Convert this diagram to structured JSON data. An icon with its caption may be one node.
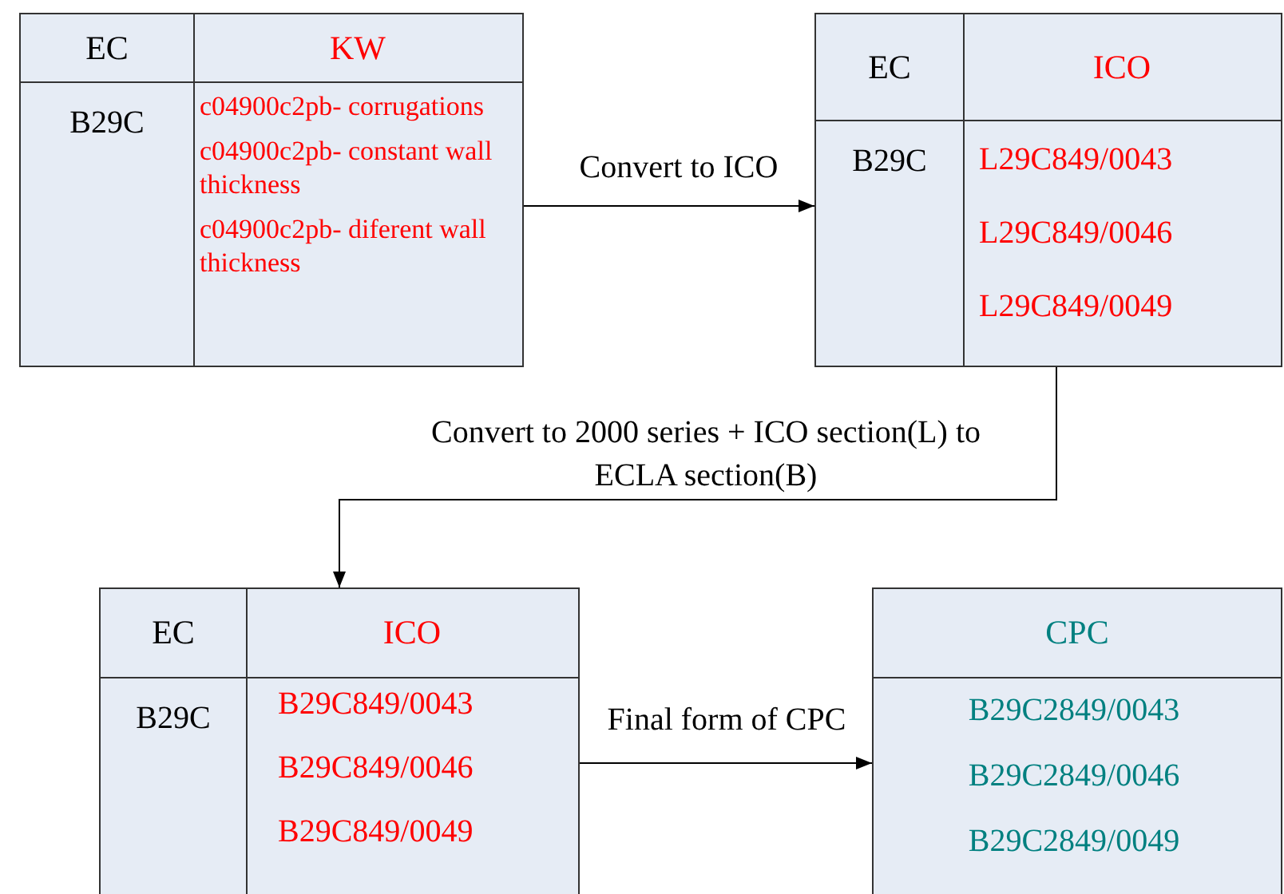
{
  "diagram": {
    "nodes": [
      {
        "text": [
          "EC",
          "KW",
          "B29C",
          "c04900c2pb- corrugations",
          "c04900c2pb- constant wall thickness",
          "c04900c2pb- diferent wall thickness"
        ]
      },
      {
        "text": [
          "EC",
          "ICO",
          "B29C",
          "L29C849/0043",
          "L29C849/0046",
          "L29C849/0049"
        ]
      },
      {
        "text": [
          "EC",
          "ICO",
          "B29C",
          "B29C849/0043",
          "B29C849/0046",
          "B29C849/0049"
        ]
      },
      {
        "text": [
          "CPC",
          "B29C2849/0043",
          "B29C2849/0046",
          "B29C2849/0049"
        ]
      }
    ],
    "edges": [
      {
        "from": 0,
        "to": 1,
        "arrow": "to",
        "label": "Convert to ICO"
      },
      {
        "from": 1,
        "to": 2,
        "arrow": "to",
        "label": "Convert to 2000 series + ICO section(L) to ECLA section(B)"
      },
      {
        "from": 2,
        "to": 3,
        "arrow": "to",
        "label": "Final form of CPC"
      }
    ]
  }
}
